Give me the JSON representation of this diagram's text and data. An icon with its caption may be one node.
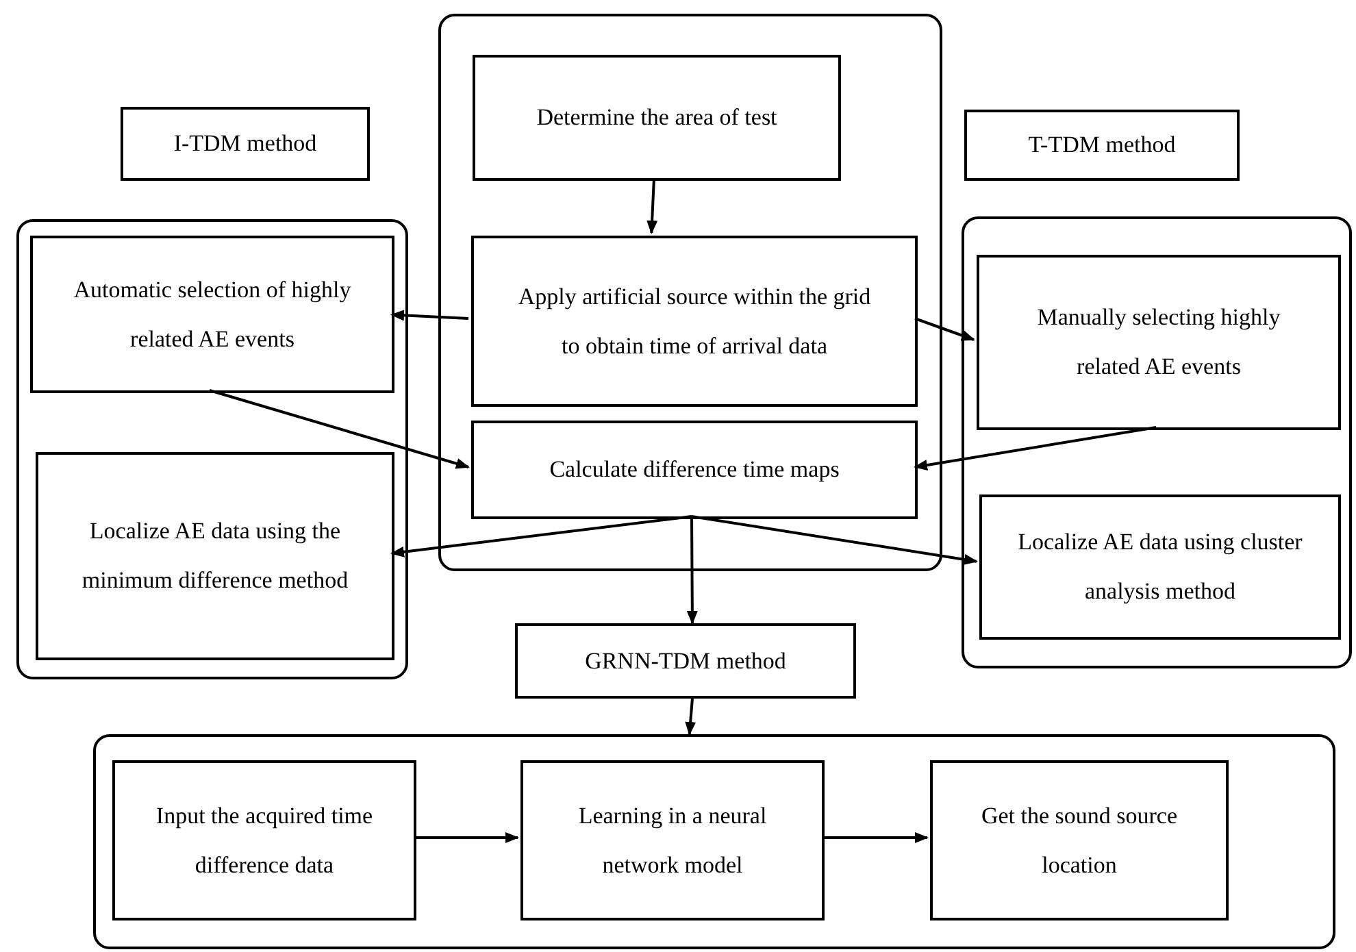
{
  "diagram": {
    "nodes": [
      {
        "text": [],
        "shape": "box"
      },
      {
        "text": [
          "Determine the area of test"
        ],
        "in": 0
      },
      {
        "text": [
          "Apply artificial source within the grid to obtain time of arrival data"
        ],
        "in": 0
      },
      {
        "text": [
          "Calculate difference time maps"
        ],
        "in": 0
      },
      {
        "text": [
          "I-TDM method"
        ]
      },
      {
        "text": [
          "T-TDM method"
        ]
      },
      {
        "text": [],
        "shape": "box"
      },
      {
        "text": [
          "Automatic selection of highly related AE events"
        ],
        "in": 6
      },
      {
        "text": [
          "Localize AE data using the minimum difference method"
        ],
        "in": 6
      },
      {
        "text": [],
        "shape": "box"
      },
      {
        "text": [
          "Manually selecting highly related AE events"
        ],
        "in": 9
      },
      {
        "text": [
          "Localize AE data using cluster analysis method"
        ],
        "in": 9
      },
      {
        "text": [
          "GRNN-TDM method"
        ]
      },
      {
        "text": [],
        "shape": "box"
      },
      {
        "text": [
          "Input the acquired time difference data"
        ],
        "in": 13
      },
      {
        "text": [
          "Learning in a neural network model"
        ],
        "in": 13
      },
      {
        "text": [
          "Get the sound source location"
        ],
        "in": 13
      }
    ],
    "edges": [
      {
        "from": 1,
        "to": 2,
        "arrow": "to"
      },
      {
        "from": 2,
        "to": 7,
        "arrow": "to"
      },
      {
        "from": 2,
        "to": 10,
        "arrow": "to"
      },
      {
        "from": 7,
        "to": 3,
        "arrow": "to"
      },
      {
        "from": 10,
        "to": 3,
        "arrow": "to"
      },
      {
        "from": 3,
        "to": 8,
        "arrow": "to"
      },
      {
        "from": 3,
        "to": 11,
        "arrow": "to"
      },
      {
        "from": 3,
        "to": 12,
        "arrow": "to"
      },
      {
        "from": 12,
        "to": 13,
        "arrow": "to"
      },
      {
        "from": 14,
        "to": 15,
        "arrow": "to"
      },
      {
        "from": 15,
        "to": 16,
        "arrow": "to"
      }
    ]
  }
}
